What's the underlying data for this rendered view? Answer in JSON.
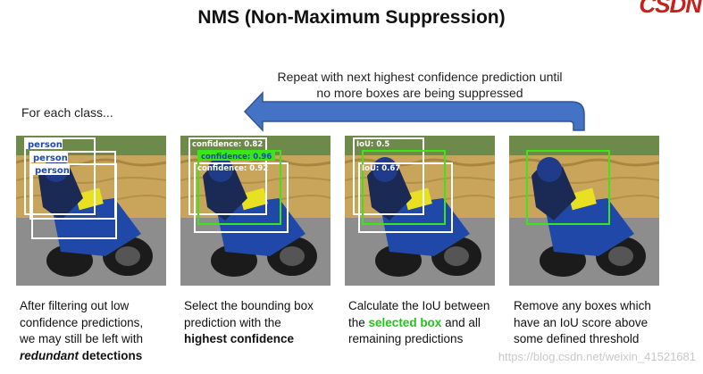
{
  "title": "NMS (Non-Maximum Suppression)",
  "logo": "CSDN",
  "repeat_note": {
    "line1": "Repeat with next highest confidence prediction until",
    "line2": "no more boxes are being suppressed"
  },
  "for_each_class": "For each class...",
  "panels": [
    {
      "labels": [
        "person",
        "person",
        "person"
      ],
      "caption": {
        "line1": "After filtering out low",
        "line2": "confidence predictions,",
        "line3": "we may still be left with",
        "emph": "redundant",
        "line4_rest": " detections"
      }
    },
    {
      "labels": [
        "confidence: 0.82",
        "confidence: 0.96",
        "confidence: 0.92"
      ],
      "caption": {
        "line1": "Select the bounding box",
        "line2": "prediction with the",
        "emph": "highest confidence"
      }
    },
    {
      "labels": [
        "IoU: 0.5",
        "IoU: 0.67"
      ],
      "caption": {
        "line1": "Calculate the IoU between",
        "pre": "the ",
        "emph": "selected box",
        "post": " and all",
        "line3": "remaining predictions"
      }
    },
    {
      "labels": [],
      "caption": {
        "line1": "Remove any boxes which",
        "line2": "have an IoU score above",
        "line3": "some defined threshold"
      }
    }
  ],
  "colors": {
    "arrow": "#4472c4",
    "arrow_stroke": "#2f5597",
    "selected_box": "#39e617",
    "box_white": "#ffffff",
    "caption_highlight": "#22c41a",
    "hay": "#c9a55c",
    "track": "#8a8a8a",
    "bike_blue": "#1f48a8"
  },
  "watermark": "https://blog.csdn.net/weixin_41521681"
}
